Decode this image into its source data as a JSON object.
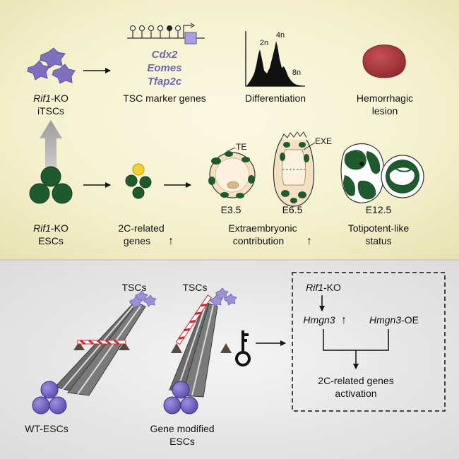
{
  "top": {
    "itscs": {
      "gene": "Rif1",
      "suffix": "-KO",
      "line2": "iTSCs"
    },
    "tsc_markers": {
      "genes": [
        "Cdx2",
        "Eomes",
        "Tfap2c"
      ],
      "caption": "TSC marker genes"
    },
    "differentiation": {
      "peaks": [
        "2n",
        "4n",
        "8n"
      ],
      "caption": "Differentiation"
    },
    "lesion": {
      "line1": "Hemorrhagic",
      "line2": "lesion"
    },
    "escs": {
      "gene": "Rif1",
      "suffix": "-KO",
      "line2": "ESCs"
    },
    "twoc": {
      "line1": "2C-related",
      "line2": "genes",
      "arrow": "↑"
    },
    "extraembryonic": {
      "line1": "Extraembryonic",
      "line2": "contribution",
      "arrow": "↑"
    },
    "totipotent": {
      "line1": "Totipotent-like",
      "line2": "status"
    },
    "stages": {
      "e35": "E3.5",
      "e65": "E6.5",
      "e125": "E12.5"
    },
    "embryo_labels": {
      "te": "TE",
      "exe": "EXE"
    }
  },
  "bottom": {
    "tscs_left": "TSCs",
    "tscs_right": "TSCs",
    "wt": "WT-ESCs",
    "modified": {
      "line1": "Gene modified",
      "line2": "ESCs"
    },
    "box": {
      "rif1": "Rif1",
      "rif1_suffix": "-KO",
      "hmgn3": "Hmgn3",
      "hmgn3_arrow": "↑",
      "hmgn3oe": "Hmgn3",
      "hmgn3oe_suffix": "-OE",
      "result_line1": "2C-related genes",
      "result_line2": "activation"
    }
  },
  "colors": {
    "green": "#1f5a2e",
    "purple": "#7e6fc0",
    "gene_purple": "#6f66a8",
    "yellow": "#f2d22e",
    "lesion": "#a8383c",
    "gray_arrow": "#a6a6a6",
    "top_bg": "#f3efc9",
    "bottom_bg": "#e6e6e6"
  }
}
